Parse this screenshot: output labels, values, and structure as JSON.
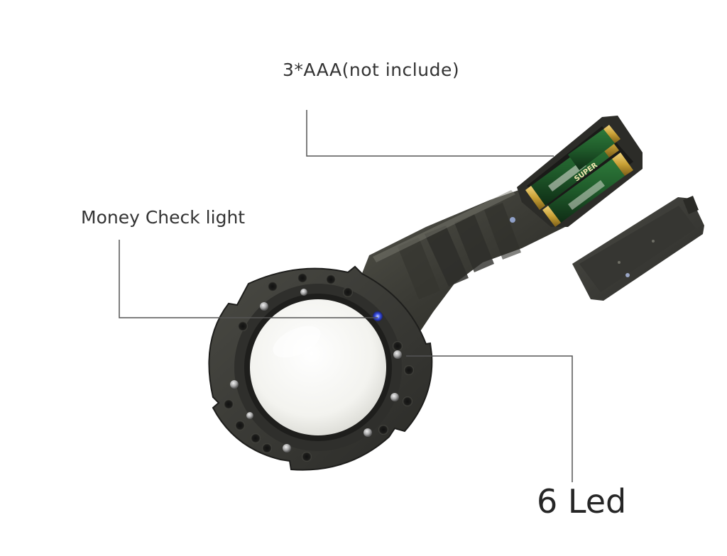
{
  "callouts": {
    "battery": "3*AAA(not include)",
    "money_check": "Money Check light",
    "led": "6 Led"
  },
  "battery_printing": {
    "brand": "SUPER"
  },
  "colors": {
    "body": "#3a3a34",
    "body_dark": "#222220",
    "lens": "#f4f4f1",
    "battery_green": "#1f5a2a",
    "battery_gold": "#c8a035",
    "uv_led": "#2b3ec8",
    "leader_line": "#555555"
  }
}
